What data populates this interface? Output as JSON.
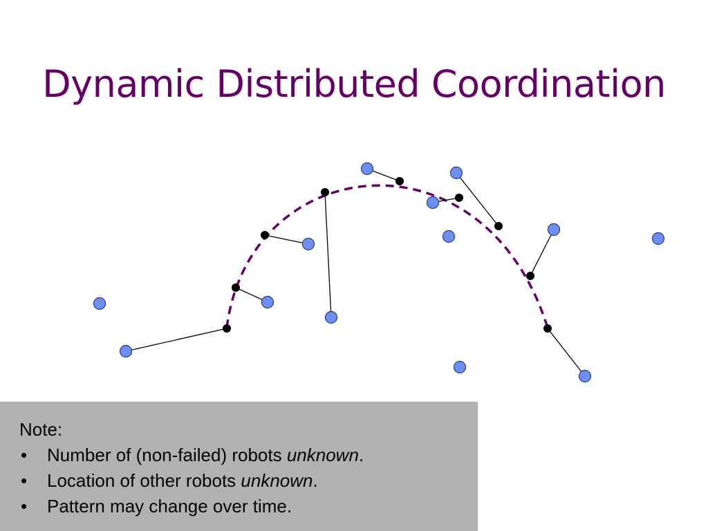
{
  "slide": {
    "title": "Dynamic Distributed Coordination"
  },
  "diagram": {
    "curve_color": "#660066",
    "robot_fill": "#6f8ff0",
    "robot_stroke": "#1e3a9a",
    "target_color": "#000000",
    "link_color": "#000000"
  },
  "note": {
    "heading": "Note:",
    "bullet_symbol": "•",
    "items": [
      {
        "prefix": "Number of (non-failed) robots ",
        "emphasis": "unknown",
        "suffix": "."
      },
      {
        "prefix": "Location of other robots ",
        "emphasis": "unknown",
        "suffix": "."
      },
      {
        "prefix": "Pattern may change over time.",
        "emphasis": "",
        "suffix": ""
      }
    ]
  }
}
